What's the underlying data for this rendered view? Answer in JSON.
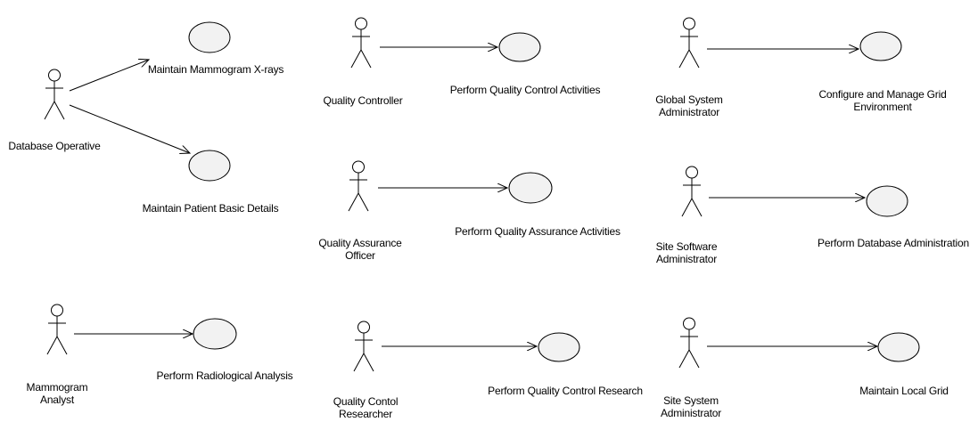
{
  "diagram": {
    "actors": [
      {
        "id": "a1",
        "label": "Database Operative"
      },
      {
        "id": "a2",
        "label": "Quality Controller"
      },
      {
        "id": "a3",
        "label": "Global System\nAdministrator"
      },
      {
        "id": "a4",
        "label": "Quality Assurance\nOfficer"
      },
      {
        "id": "a5",
        "label": "Site Software\nAdministrator"
      },
      {
        "id": "a6",
        "label": "Mammogram\nAnalyst"
      },
      {
        "id": "a7",
        "label": "Quality Contol\nResearcher"
      },
      {
        "id": "a8",
        "label": "Site System\nAdministrator"
      }
    ],
    "use_cases": [
      {
        "id": "u1",
        "label": "Maintain Mammogram X-rays"
      },
      {
        "id": "u2",
        "label": "Maintain Patient Basic Details"
      },
      {
        "id": "u3",
        "label": "Perform Quality Control Activities"
      },
      {
        "id": "u4",
        "label": "Configure and Manage Grid\nEnvironment"
      },
      {
        "id": "u5",
        "label": "Perform Quality Assurance Activities"
      },
      {
        "id": "u6",
        "label": "Perform Database Administration"
      },
      {
        "id": "u7",
        "label": "Perform Radiological Analysis"
      },
      {
        "id": "u8",
        "label": "Perform Quality Control Research"
      },
      {
        "id": "u9",
        "label": "Maintain Local Grid"
      }
    ],
    "associations": [
      {
        "from": "a1",
        "to": "u1"
      },
      {
        "from": "a1",
        "to": "u2"
      },
      {
        "from": "a2",
        "to": "u3"
      },
      {
        "from": "a3",
        "to": "u4"
      },
      {
        "from": "a4",
        "to": "u5"
      },
      {
        "from": "a5",
        "to": "u6"
      },
      {
        "from": "a6",
        "to": "u7"
      },
      {
        "from": "a7",
        "to": "u8"
      },
      {
        "from": "a8",
        "to": "u9"
      }
    ]
  }
}
